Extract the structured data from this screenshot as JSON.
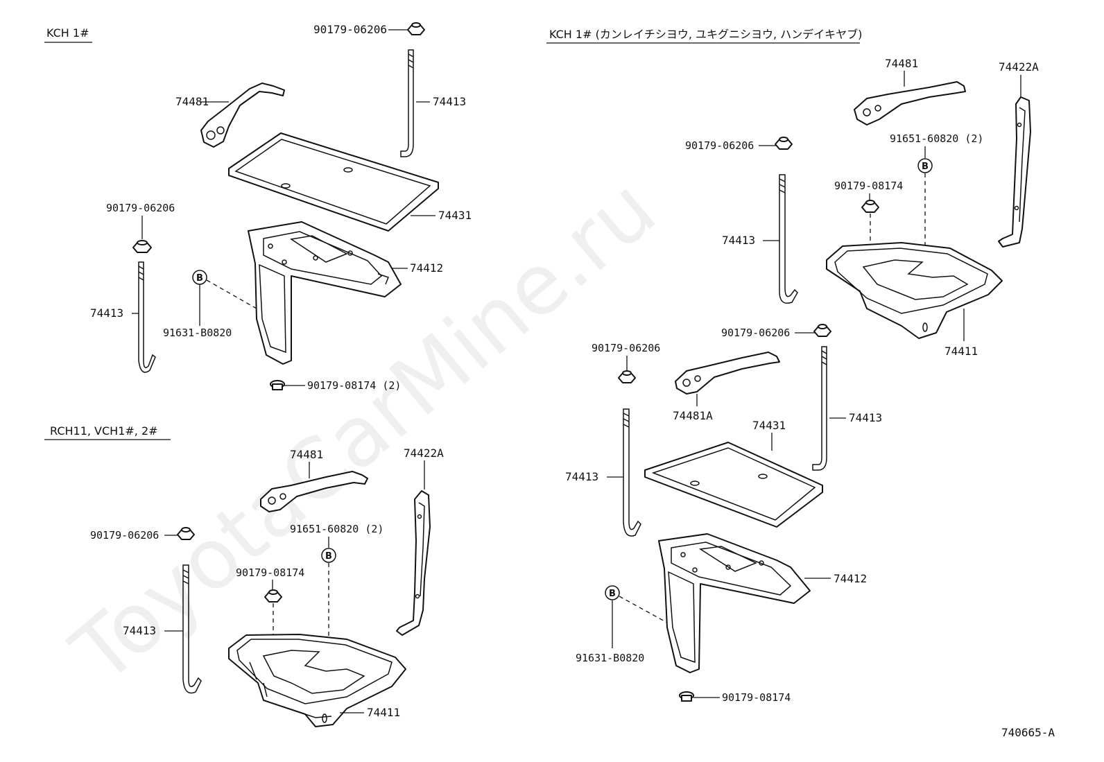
{
  "watermark": "ToyotaCarMine.ru",
  "diagram_code": "740665-A",
  "marker": "B",
  "sections": {
    "top_left": {
      "title": "KCH 1#",
      "labels": {
        "nut_top": "90179-06206",
        "clamp": "74481",
        "rod_top": "74413",
        "nut_left": "90179-06206",
        "pad": "74431",
        "bracket": "74412",
        "rod_left": "74413",
        "bolt": "91631-B0820",
        "nut_bottom": "90179-08174 (2)"
      }
    },
    "bottom_left": {
      "title": "RCH11, VCH1#, 2#",
      "labels": {
        "clamp": "74481",
        "stay": "74422A",
        "nut": "90179-06206",
        "bolt": "91651-60820 (2)",
        "nut2": "90179-08174",
        "rod": "74413",
        "tray": "74411"
      }
    },
    "right": {
      "title": "KCH 1# (カンレイチシヨウ, ユキグニシヨウ, ハンデイキヤブ)",
      "labels": {
        "clamp_top": "74481",
        "stay": "74422A",
        "nut_top": "90179-06206",
        "bolt_top": "91651-60820 (2)",
        "nut2_top": "90179-08174",
        "rod_top": "74413",
        "tray": "74411",
        "nut_mid": "90179-06206",
        "rod_mid_right": "74413",
        "nut_mid_left": "90179-06206",
        "clamp_mid": "74481A",
        "pad": "74431",
        "rod_mid_left": "74413",
        "bracket": "74412",
        "bolt_bottom": "91631-B0820",
        "nut_bottom": "90179-08174"
      }
    }
  }
}
